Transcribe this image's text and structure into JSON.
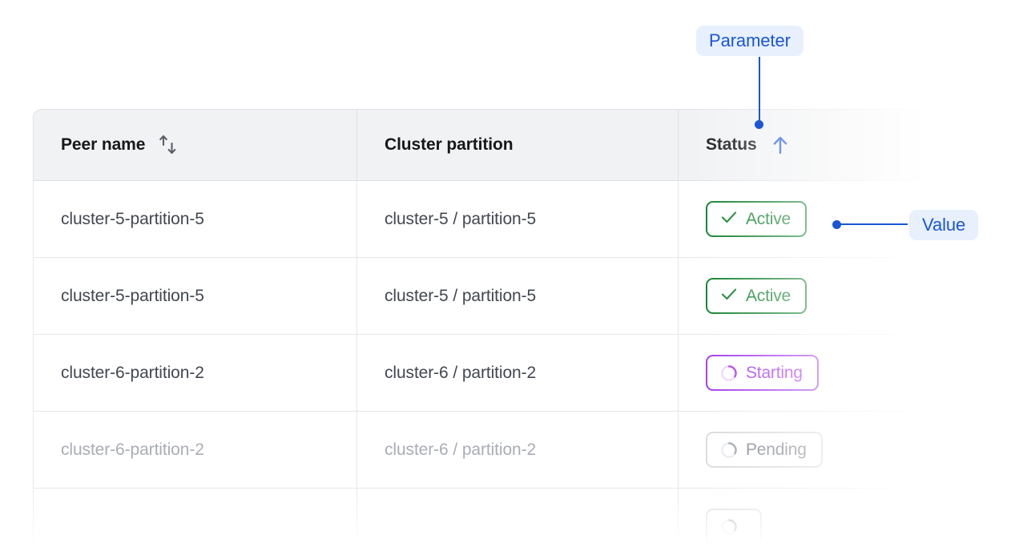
{
  "table": {
    "columns": [
      {
        "label": "Peer name",
        "sort_icon": "sort-both-icon",
        "sort_state": "none"
      },
      {
        "label": "Cluster partition",
        "sort_icon": null,
        "sort_state": "none"
      },
      {
        "label": "Status",
        "sort_icon": "arrow-up-icon",
        "sort_state": "ascending"
      }
    ],
    "rows": [
      {
        "peer_name": "cluster-5-partition-5",
        "cluster_partition": "cluster-5 / partition-5",
        "status": "Active",
        "status_icon": "check-icon",
        "status_kind": "active",
        "muted": false
      },
      {
        "peer_name": "cluster-5-partition-5",
        "cluster_partition": "cluster-5 / partition-5",
        "status": "Active",
        "status_icon": "check-icon",
        "status_kind": "active",
        "muted": false
      },
      {
        "peer_name": "cluster-6-partition-2",
        "cluster_partition": "cluster-6 / partition-2",
        "status": "Starting",
        "status_icon": "spinner-icon",
        "status_kind": "starting",
        "muted": false
      },
      {
        "peer_name": "cluster-6-partition-2",
        "cluster_partition": "cluster-6 / partition-2",
        "status": "Pending",
        "status_icon": "spinner-icon",
        "status_kind": "pending",
        "muted": true
      },
      {
        "peer_name": "",
        "cluster_partition": "",
        "status": "",
        "status_icon": "spinner-icon",
        "status_kind": "pending",
        "muted": true
      }
    ]
  },
  "annotations": {
    "parameter_label": "Parameter",
    "value_label": "Value"
  },
  "colors": {
    "accent_blue": "#1a56d6",
    "annotation_bg": "#e8f0fe",
    "status_active": "#0b7d28",
    "status_starting": "#a032ee",
    "status_pending": "#7e838b",
    "header_bg": "#f1f2f4",
    "border": "#dfe1e6"
  }
}
